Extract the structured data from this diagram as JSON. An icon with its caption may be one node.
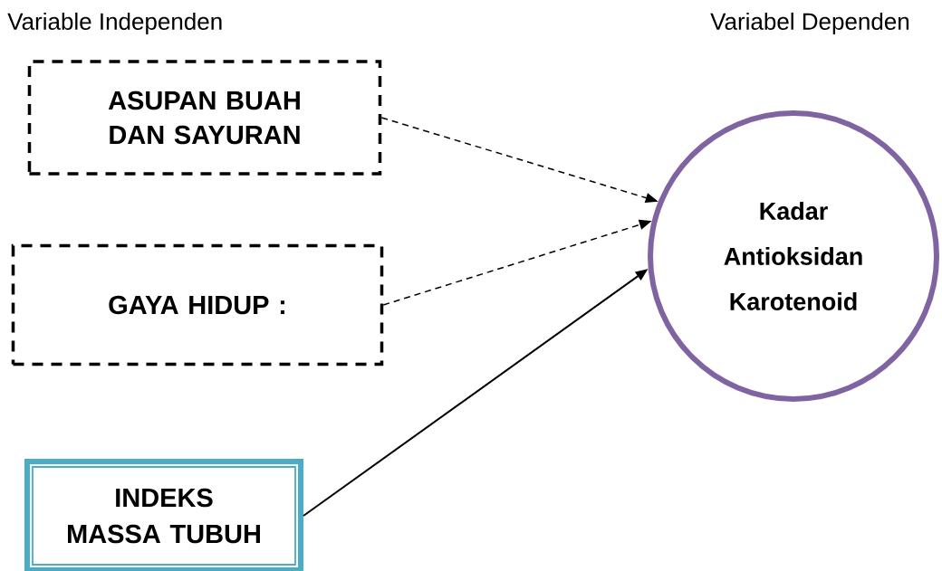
{
  "diagram": {
    "nodes": [
      {
        "text": [
          "ASUPAN BUAH DAN SAYURAN"
        ]
      },
      {
        "text": [
          "GAYA HIDUP :"
        ]
      },
      {
        "text": [
          "INDEKS MASSA TUBUH"
        ]
      },
      {
        "text": [
          "Kadar Antioksidan Karotenoid"
        ]
      }
    ],
    "edges": [
      {
        "from": 0,
        "to": 3,
        "arrow": "to",
        "style": "dashed"
      },
      {
        "from": 1,
        "to": 3,
        "arrow": "to",
        "style": "dashed"
      },
      {
        "from": 2,
        "to": 3,
        "arrow": "to"
      }
    ],
    "labels": [
      "Variable Independen",
      "Variabel Dependen"
    ]
  }
}
